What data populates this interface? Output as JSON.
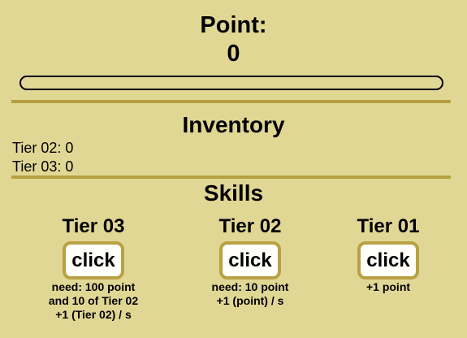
{
  "header": {
    "point_label": "Point:",
    "point_value": "0",
    "progress_fraction": 0
  },
  "inventory": {
    "title": "Inventory",
    "items": [
      "Tier 02: 0",
      "Tier 03: 0"
    ]
  },
  "skills": {
    "title": "Skills",
    "tiers": [
      {
        "title": "Tier 03",
        "button_label": "click",
        "description": [
          "need: 100 point",
          "and 10 of Tier 02",
          "+1 (Tier 02) / s"
        ]
      },
      {
        "title": "Tier 02",
        "button_label": "click",
        "description": [
          "need: 10 point",
          "+1 (point) / s"
        ]
      },
      {
        "title": "Tier 01",
        "button_label": "click",
        "description": [
          "+1 point"
        ]
      }
    ]
  },
  "colors": {
    "background": "#e1d795",
    "divider": "#b5a03f",
    "button_border": "#b7a143",
    "button_bg": "#fffef8"
  }
}
